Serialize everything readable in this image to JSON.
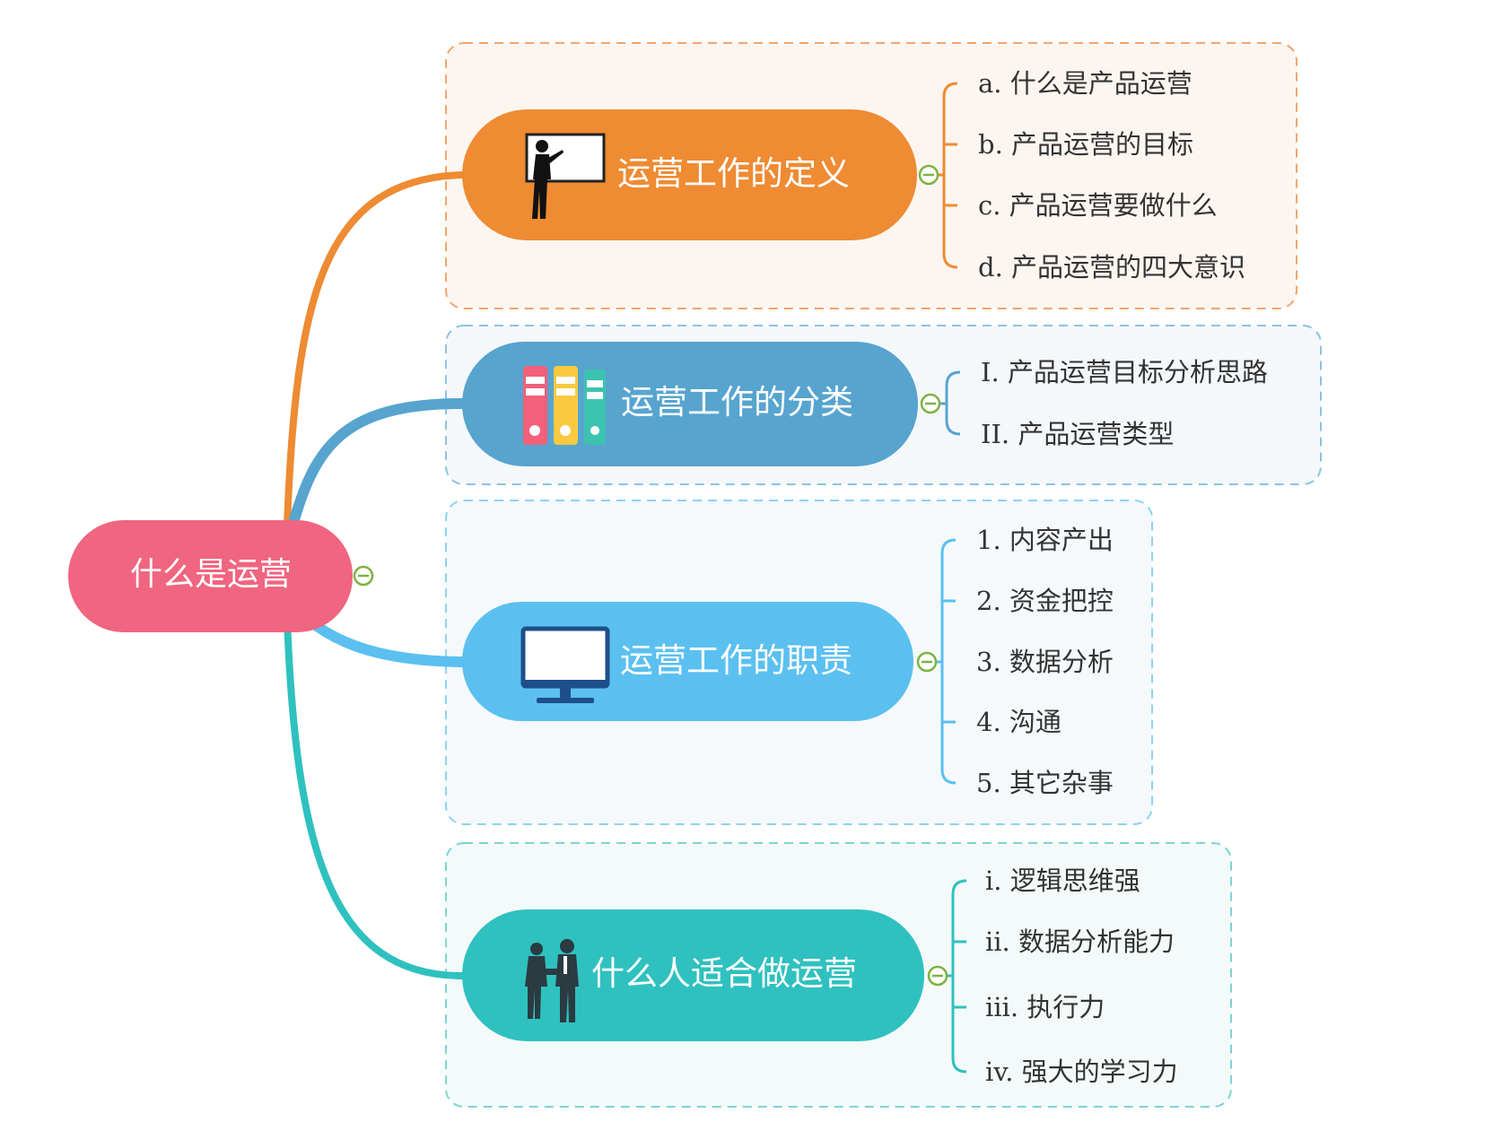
{
  "root": {
    "label": "什么是运营",
    "color": "#F0657F"
  },
  "branches": [
    {
      "id": "definition",
      "label": "运营工作的定义",
      "color": "#EE8B33",
      "frame_border": "#F2A56A",
      "frame_fill": "#FDF6F0",
      "icon": "teacher-at-board-icon",
      "children": [
        "a. 什么是产品运营",
        "b. 产品运营的目标",
        "c. 产品运营要做什么",
        "d. 产品运营的四大意识"
      ]
    },
    {
      "id": "classification",
      "label": "运营工作的分类",
      "color": "#57A4CF",
      "frame_border": "#8DC3E0",
      "frame_fill": "#F5F8FB",
      "icon": "binders-icon",
      "children": [
        "I. 产品运营目标分析思路",
        "II. 产品运营类型"
      ]
    },
    {
      "id": "duties",
      "label": "运营工作的职责",
      "color": "#5BC0F0",
      "frame_border": "#8DD2F2",
      "frame_fill": "#F5F9FC",
      "icon": "monitor-icon",
      "children": [
        "1. 内容产出",
        "2. 资金把控",
        "3. 数据分析",
        "4. 沟通",
        "5. 其它杂事"
      ]
    },
    {
      "id": "suitable",
      "label": "什么人适合做运营",
      "color": "#2FC1BF",
      "frame_border": "#7DD5D3",
      "frame_fill": "#F4FAFA",
      "icon": "handshake-icon",
      "children": [
        "i. 逻辑思维强",
        "ii. 数据分析能力",
        "iii. 执行力",
        "iv. 强大的学习力"
      ]
    }
  ]
}
